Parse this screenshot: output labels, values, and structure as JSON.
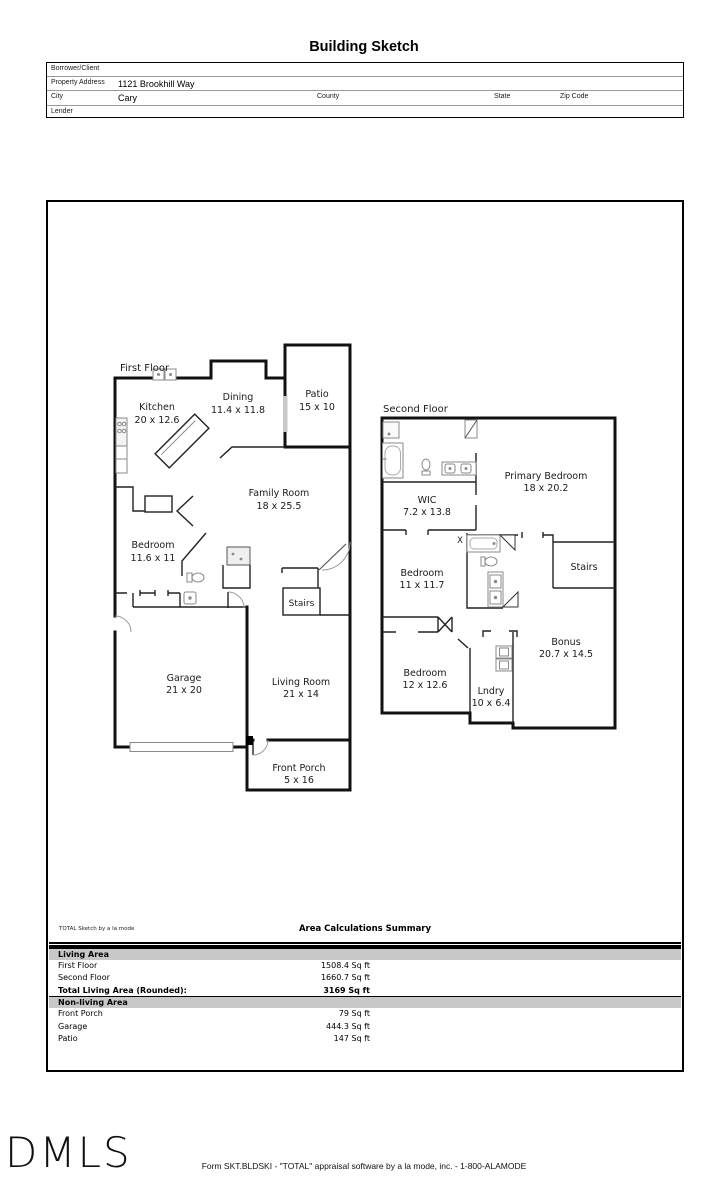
{
  "page": {
    "title": "Building Sketch"
  },
  "header_form": {
    "borrower_label": "Borrower/Client",
    "property_address_label": "Property Address",
    "property_address_value": "1121 Brookhill Way",
    "city_label": "City",
    "city_value": "Cary",
    "county_label": "County",
    "state_label": "State",
    "zip_label": "Zip Code",
    "lender_label": "Lender"
  },
  "first_floor": {
    "title": "First Floor",
    "rooms": {
      "kitchen": {
        "name": "Kitchen",
        "dims": "20 x 12.6"
      },
      "dining": {
        "name": "Dining",
        "dims": "11.4 x 11.8"
      },
      "patio": {
        "name": "Patio",
        "dims": "15 x 10"
      },
      "family_room": {
        "name": "Family Room",
        "dims": "18 x 25.5"
      },
      "bedroom": {
        "name": "Bedroom",
        "dims": "11.6 x 11"
      },
      "stairs": {
        "name": "Stairs"
      },
      "garage": {
        "name": "Garage",
        "dims": "21 x 20"
      },
      "living_room": {
        "name": "Living Room",
        "dims": "21 x 14"
      },
      "front_porch": {
        "name": "Front Porch",
        "dims": "5 x 16"
      }
    }
  },
  "second_floor": {
    "title": "Second Floor",
    "door_marker": "X",
    "rooms": {
      "wic": {
        "name": "WIC",
        "dims": "7.2 x 13.8"
      },
      "primary_bedroom": {
        "name": "Primary Bedroom",
        "dims": "18 x 20.2"
      },
      "bedroom_a": {
        "name": "Bedroom",
        "dims": "11 x 11.7"
      },
      "stairs": {
        "name": "Stairs"
      },
      "bonus": {
        "name": "Bonus",
        "dims": "20.7 x 14.5"
      },
      "bedroom_b": {
        "name": "Bedroom",
        "dims": "12 x 12.6"
      },
      "laundry": {
        "name": "Lndry",
        "dims": "10 x 6.4"
      }
    }
  },
  "area_summary": {
    "branding": "TOTAL Sketch by a la mode",
    "title": "Area Calculations Summary",
    "living": {
      "header": "Living Area",
      "rows": [
        {
          "label": "First Floor",
          "value": "1508.4 Sq ft"
        },
        {
          "label": "Second Floor",
          "value": "1660.7 Sq ft"
        }
      ],
      "total_label": "Total Living Area (Rounded):",
      "total_value": "3169 Sq ft"
    },
    "nonliving": {
      "header": "Non-living Area",
      "rows": [
        {
          "label": "Front Porch",
          "value": "79 Sq ft"
        },
        {
          "label": "Garage",
          "value": "444.3 Sq ft"
        },
        {
          "label": "Patio",
          "value": "147 Sq ft"
        }
      ]
    }
  },
  "footer": {
    "logo": "DMLS",
    "form_line": "Form SKT.BLDSKI - \"TOTAL\" appraisal software by a la mode, inc. - 1-800-ALAMODE"
  },
  "colors": {
    "wall": "#111111",
    "band_gray": "#c8c8c8",
    "fixture_gray": "#8a8a8a"
  }
}
